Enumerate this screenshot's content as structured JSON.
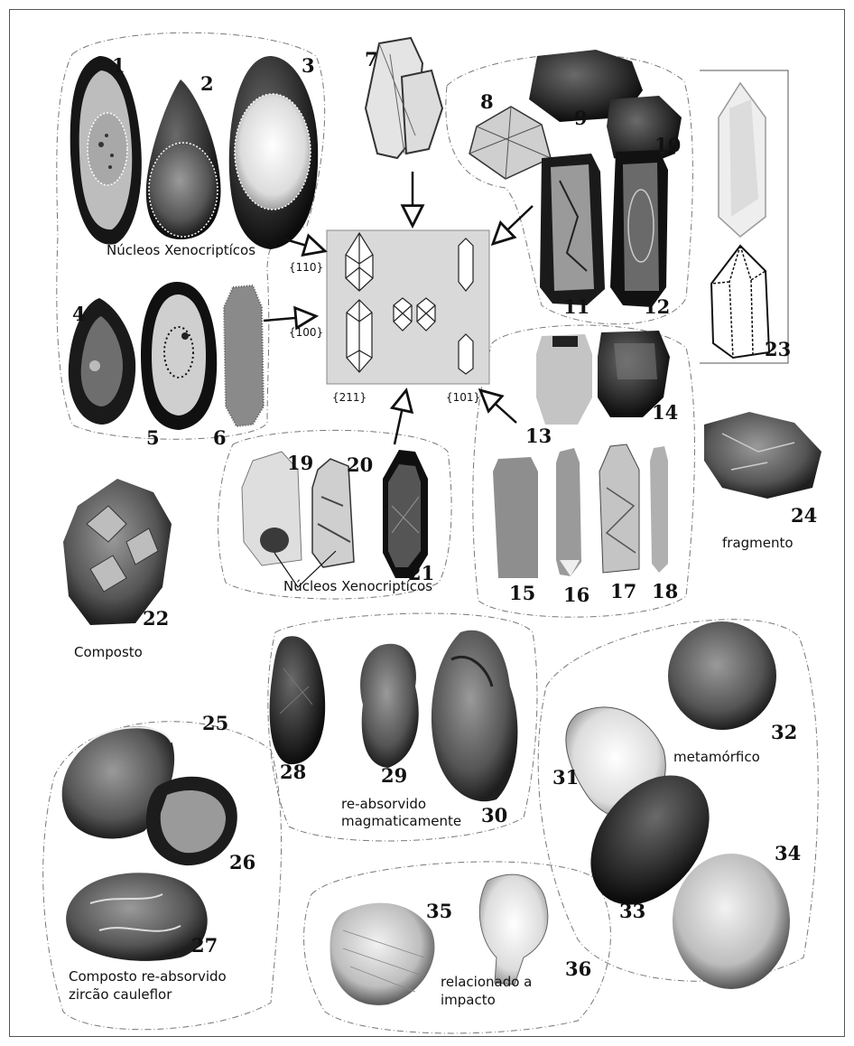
{
  "figure": {
    "group_labels": {
      "xeno_top": "Núcleos Xenocriptícos",
      "xeno_bottom": "Núcleos Xenocriptícos",
      "fragment": "fragmento",
      "composite": "Composto",
      "resorbed_magmatic_1": "re-absorvido",
      "resorbed_magmatic_2": "magmaticamente",
      "metamorphic": "metamórfico",
      "cauliflower_1": "Composto re-absorvido",
      "cauliflower_2": "zircão cauleflor",
      "impact_1": "relacionado a",
      "impact_2": "impacto"
    },
    "face_labels": {
      "f110": "{110}",
      "f100": "{100}",
      "f211": "{211}",
      "f101": "{101}"
    },
    "grain_numbers": [
      "1",
      "2",
      "3",
      "4",
      "5",
      "6",
      "7",
      "8",
      "9",
      "10",
      "11",
      "12",
      "13",
      "14",
      "15",
      "16",
      "17",
      "18",
      "19",
      "20",
      "21",
      "22",
      "23",
      "24",
      "25",
      "26",
      "27",
      "28",
      "29",
      "30",
      "31",
      "32",
      "33",
      "34",
      "35",
      "36"
    ]
  }
}
